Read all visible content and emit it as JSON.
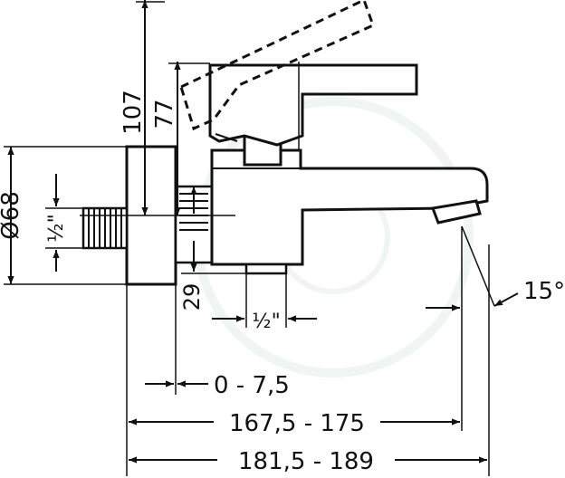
{
  "dimensions": {
    "height_total": "107",
    "height_lever": "77",
    "diameter_rosette": "Ø68",
    "inlet_thread": "½\"",
    "outlet_height": "29",
    "outlet_thread": "½\"",
    "spout_angle": "15°",
    "adjustment": "0 - 7,5",
    "projection_spout": "167,5 - 175",
    "projection_total": "181,5 - 189"
  },
  "colors": {
    "line": "#111111",
    "watermark": "#e4ecea"
  },
  "icons": {
    "watermark": "faint-circle-logo"
  }
}
